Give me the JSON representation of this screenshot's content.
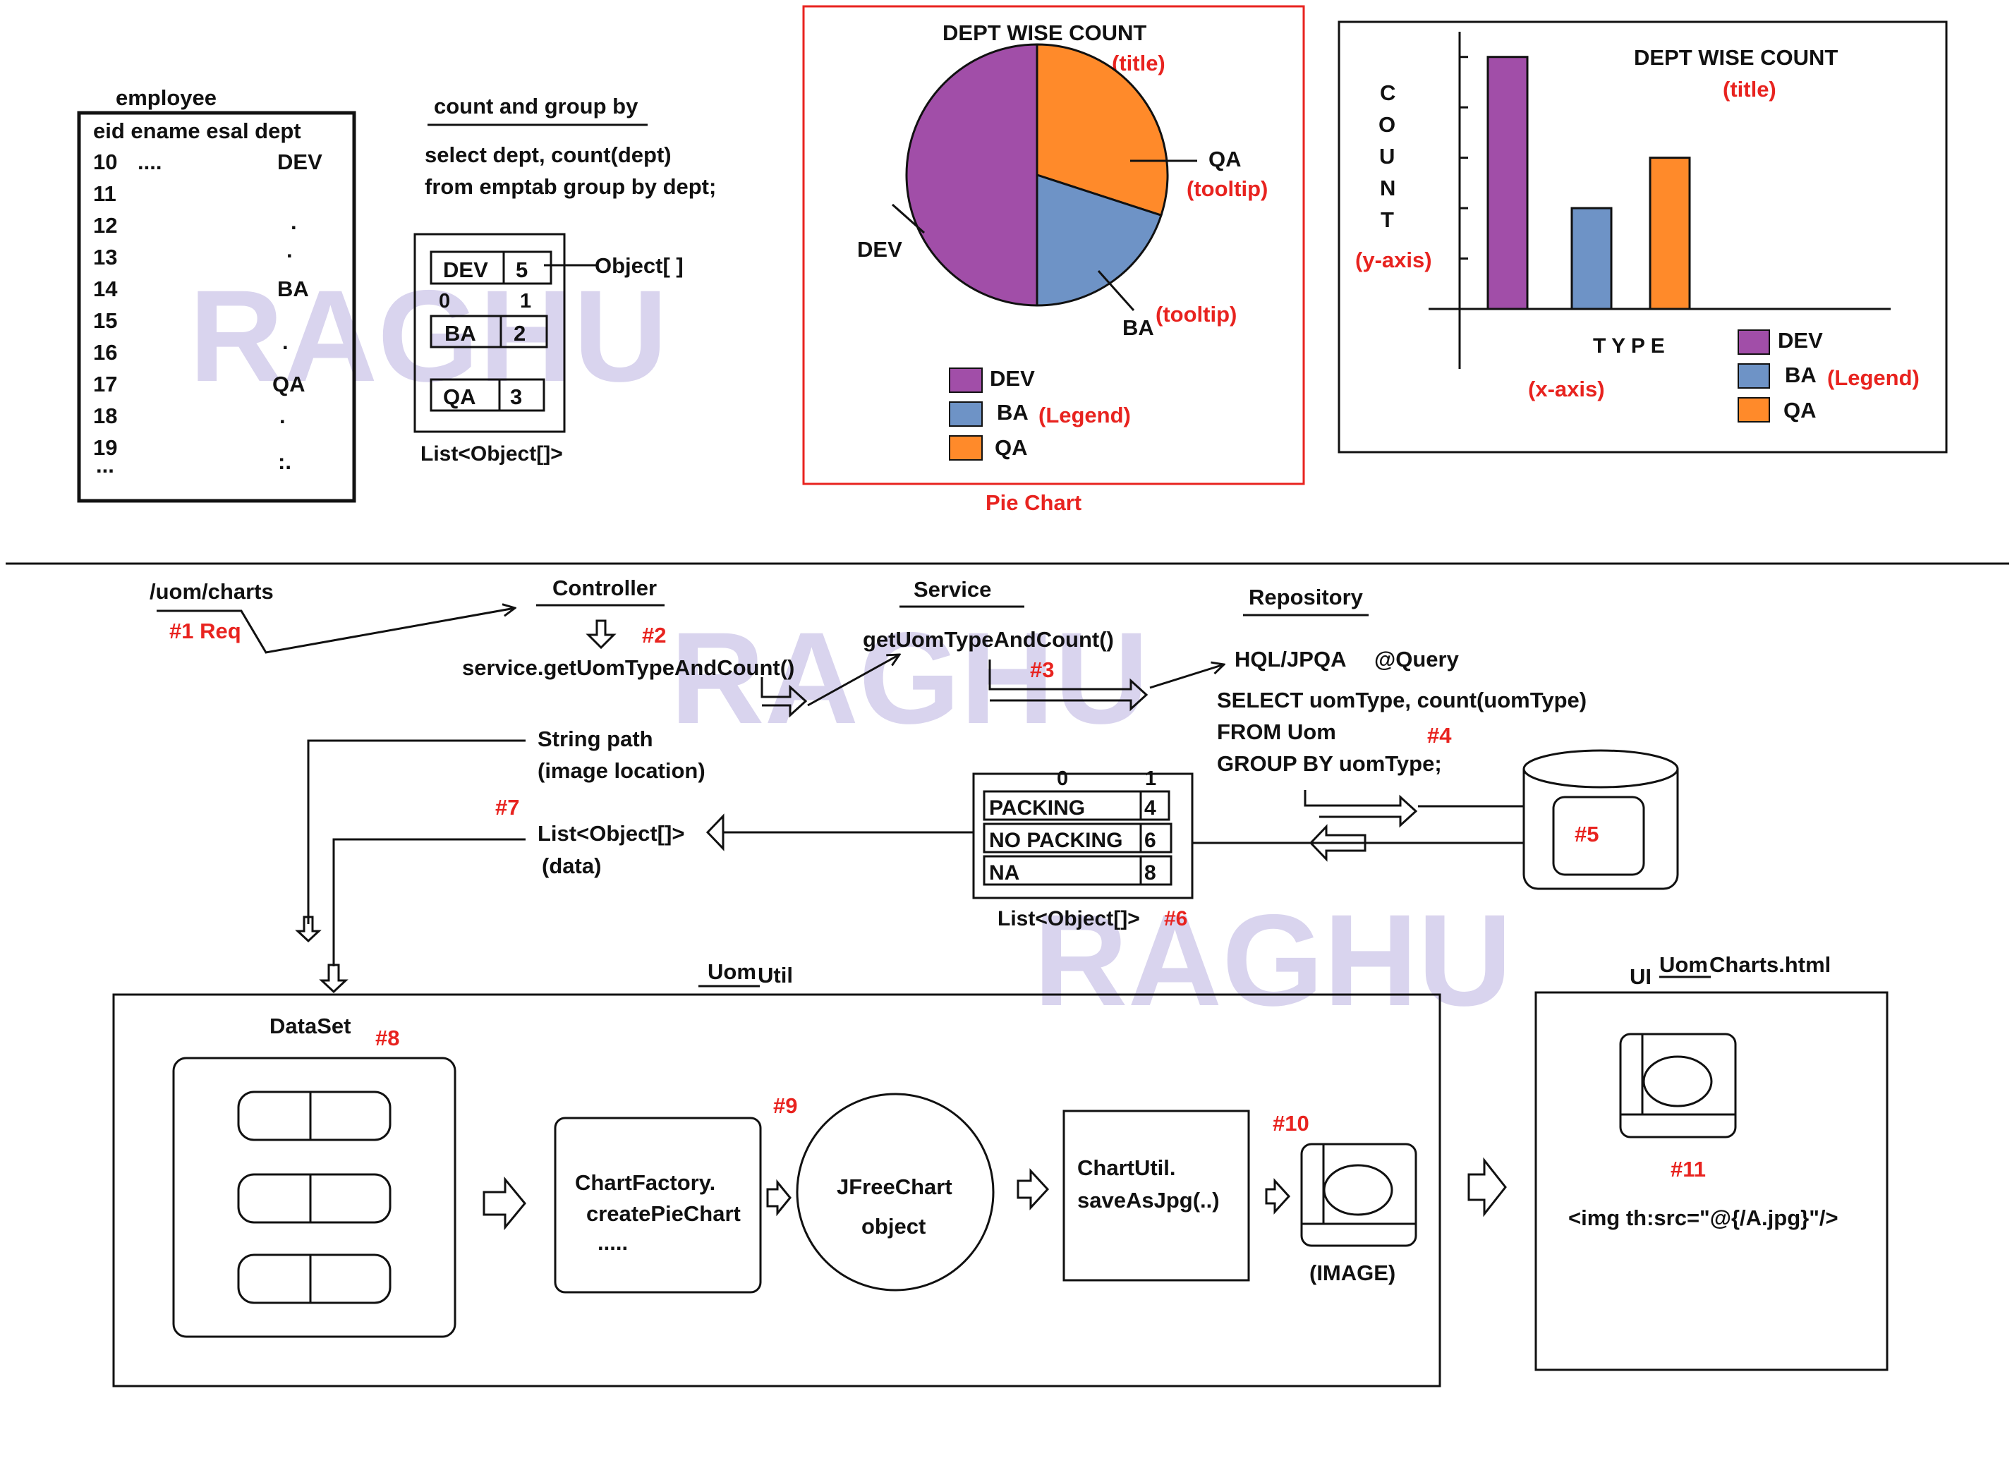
{
  "watermark": "RAGHU",
  "employee_table": {
    "title": "employee",
    "header": "eid  ename esal  dept",
    "ids": [
      "10",
      "11",
      "12",
      "13",
      "14",
      "15",
      "16",
      "17",
      "18",
      "19",
      "..."
    ],
    "ename_dots": "....",
    "depts": [
      "DEV",
      ".",
      ".",
      "BA",
      ".",
      "QA",
      ".",
      ":."
    ]
  },
  "group_by": {
    "title": "count and group by",
    "query_line1": "select dept, count(dept)",
    "query_line2": "from emptab group by dept;",
    "rows": [
      {
        "label": "DEV",
        "count": "5"
      },
      {
        "label": "BA",
        "count": "2"
      },
      {
        "label": "QA",
        "count": "3"
      }
    ],
    "index0": "0",
    "index1": "1",
    "object_label": "Object[ ]",
    "list_label": "List<Object[]>"
  },
  "pie_chart": {
    "title": "DEPT WISE COUNT",
    "title_note": "(title)",
    "caption": "Pie  Chart",
    "tooltip_note": "(tooltip)",
    "legend_note": "(Legend)",
    "slice_labels": [
      "DEV",
      "QA",
      "BA"
    ]
  },
  "bar_chart": {
    "title": "DEPT WISE COUNT",
    "title_note": "(title)",
    "y_letters": [
      "C",
      "O",
      "U",
      "N",
      "T"
    ],
    "y_note": "(y-axis)",
    "x_label": "T Y P E",
    "x_note": "(x-axis)",
    "legend_note": "(Legend)"
  },
  "chart_data": [
    {
      "type": "pie",
      "title": "DEPT WISE COUNT",
      "categories": [
        "DEV",
        "QA",
        "BA"
      ],
      "values": [
        5,
        3,
        2
      ],
      "colors": [
        "#a14ea8",
        "#ff8a2a",
        "#6e93c6"
      ],
      "legend": [
        "DEV",
        "BA",
        "QA"
      ]
    },
    {
      "type": "bar",
      "title": "DEPT WISE COUNT",
      "xlabel": "T Y P E",
      "ylabel": "COUNT",
      "categories": [
        "DEV",
        "BA",
        "QA"
      ],
      "values": [
        5,
        2,
        3
      ],
      "colors": [
        "#a14ea8",
        "#6e93c6",
        "#ff8a2a"
      ],
      "ylim": [
        0,
        5.5
      ],
      "legend": [
        "DEV",
        "BA",
        "QA"
      ]
    }
  ],
  "flow": {
    "url": "/uom/charts",
    "step1": "#1 Req",
    "controller": "Controller",
    "step2": "#2",
    "controller_call": "service.getUomTypeAndCount()",
    "service": "Service",
    "service_method": "getUomTypeAndCount()",
    "step3": "#3",
    "repository": "Repository",
    "hql": "HQL/JPQA",
    "query_annotation": "@Query",
    "sql_line1": "SELECT  uomType, count(uomType)",
    "sql_line2": "FROM   Uom",
    "sql_line3": "GROUP BY uomType;",
    "step4": "#4",
    "step5": "#5",
    "string_path": "String path",
    "image_location": "(image location)",
    "step7": "#7",
    "list_data": "List<Object[]>",
    "data_note": "(data)",
    "result_index0": "0",
    "result_index1": "1",
    "result_rows": [
      {
        "label": "PACKING",
        "count": "4"
      },
      {
        "label": "NO PACKING",
        "count": "6"
      },
      {
        "label": "NA",
        "count": "8"
      }
    ],
    "result_list": "List<Object[]>",
    "step6": "#6",
    "uomutil_a": "Uom",
    "uomutil_b": "Util",
    "dataset": "DataSet",
    "step8": "#8",
    "factory_line1": "ChartFactory.",
    "factory_line2": "createPieChart",
    "factory_line3": ".....",
    "step9": "#9",
    "jfree_line1": "JFreeChart",
    "jfree_line2": "object",
    "chartutil_line1": "ChartUtil.",
    "chartutil_line2": "saveAsJpg(..)",
    "step10": "#10",
    "image_label": "(IMAGE)",
    "ui_label": "UI",
    "ui_file_a": "Uom",
    "ui_file_b": "Charts.html",
    "step11": "#11",
    "img_tag": "<img   th:src=\"@{/A.jpg}\"/>"
  }
}
